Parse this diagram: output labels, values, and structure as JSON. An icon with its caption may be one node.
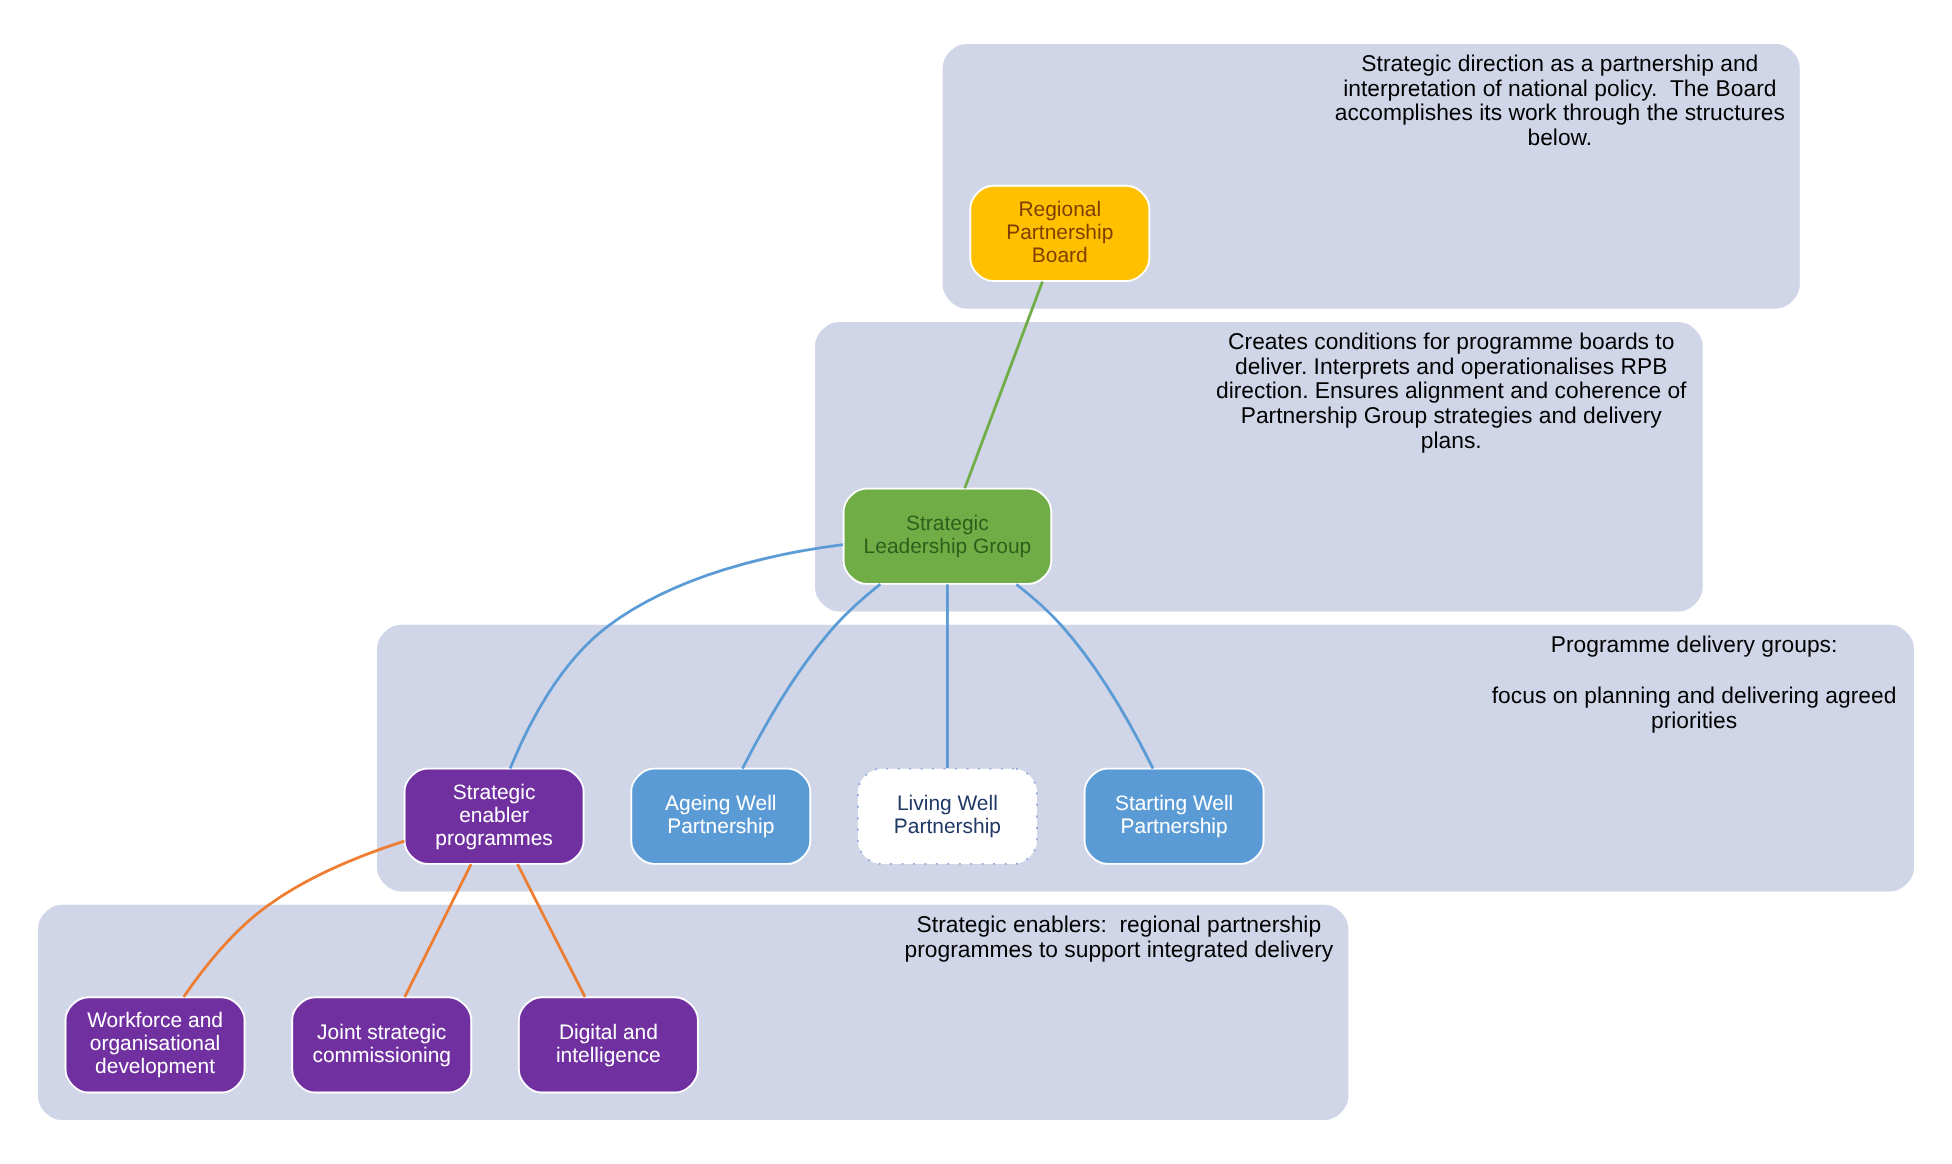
{
  "diagram": {
    "nodes": [
      {
        "text": [
          "Strategic direction as a partnership and interpretation of national policy.  The Board accomplishes its work through the structures below."
        ]
      },
      {
        "text": [
          "Regional Partnership Board"
        ],
        "in": 0
      },
      {
        "text": [
          "Creates conditions for programme boards to deliver. Interprets and operationalises RPB direction. Ensures alignment and coherence of Partnership Group strategies and delivery plans."
        ]
      },
      {
        "text": [
          "Strategic Leadership Group"
        ],
        "in": 2
      },
      {
        "text": [
          "Programme delivery groups:",
          "focus on planning and delivering agreed priorities"
        ]
      },
      {
        "text": [
          "Starting Well Partnership"
        ],
        "in": 4
      },
      {
        "text": [
          "Living Well Partnership"
        ],
        "in": 4
      },
      {
        "text": [
          "Ageing Well Partnership"
        ],
        "in": 4
      },
      {
        "text": [
          "Strategic enabler programmes"
        ],
        "in": 4
      },
      {
        "text": [
          "Strategic enablers:  regional partnership programmes to support integrated delivery"
        ]
      },
      {
        "text": [
          "Digital and intelligence"
        ],
        "in": 9
      },
      {
        "text": [
          "Joint strategic commissioning"
        ],
        "in": 9
      },
      {
        "text": [
          "Workforce and organisational development"
        ],
        "in": 9
      }
    ],
    "edges": [
      {
        "from": 1,
        "to": 3,
        "arrow": "none",
        "color": "#70ad47"
      },
      {
        "from": 3,
        "to": 5,
        "arrow": "none"
      },
      {
        "from": 3,
        "to": 6,
        "arrow": "none"
      },
      {
        "from": 3,
        "to": 7,
        "arrow": "none"
      },
      {
        "from": 3,
        "to": 8,
        "arrow": "none"
      },
      {
        "from": 8,
        "to": 10,
        "arrow": "none",
        "color": "#ed7d31"
      },
      {
        "from": 8,
        "to": 11,
        "arrow": "none",
        "color": "#ed7d31"
      },
      {
        "from": 8,
        "to": 12,
        "arrow": "none",
        "color": "#ed7d31"
      }
    ]
  }
}
